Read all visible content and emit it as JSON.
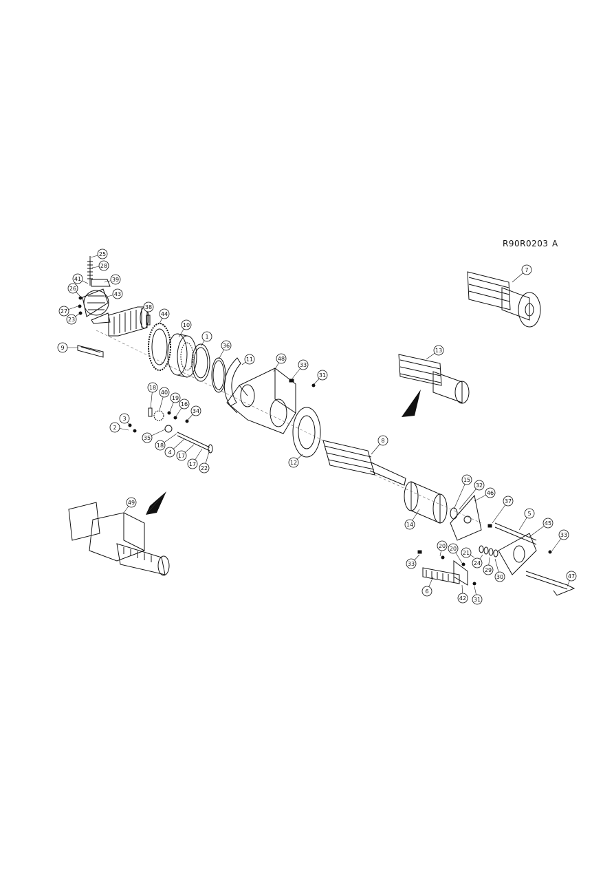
{
  "drawing": {
    "code": "R90R0203",
    "revision": "A"
  },
  "balloons": [
    {
      "id": "b25",
      "label": "25"
    },
    {
      "id": "b28",
      "label": "28"
    },
    {
      "id": "b41",
      "label": "41"
    },
    {
      "id": "b39",
      "label": "39"
    },
    {
      "id": "b26",
      "label": "26"
    },
    {
      "id": "b43",
      "label": "43"
    },
    {
      "id": "b27",
      "label": "27"
    },
    {
      "id": "b23",
      "label": "23"
    },
    {
      "id": "b38",
      "label": "38"
    },
    {
      "id": "b44",
      "label": "44"
    },
    {
      "id": "b10",
      "label": "10"
    },
    {
      "id": "b1",
      "label": "1"
    },
    {
      "id": "b36",
      "label": "36"
    },
    {
      "id": "b9",
      "label": "9"
    },
    {
      "id": "b11",
      "label": "11"
    },
    {
      "id": "b48",
      "label": "48"
    },
    {
      "id": "b33a",
      "label": "33"
    },
    {
      "id": "b31a",
      "label": "31"
    },
    {
      "id": "b7",
      "label": "7"
    },
    {
      "id": "b13",
      "label": "13"
    },
    {
      "id": "b18a",
      "label": "18"
    },
    {
      "id": "b40",
      "label": "40"
    },
    {
      "id": "b19",
      "label": "19"
    },
    {
      "id": "b16",
      "label": "16"
    },
    {
      "id": "b34",
      "label": "34"
    },
    {
      "id": "b3",
      "label": "3"
    },
    {
      "id": "b2",
      "label": "2"
    },
    {
      "id": "b35",
      "label": "35"
    },
    {
      "id": "b18b",
      "label": "18"
    },
    {
      "id": "b4",
      "label": "4"
    },
    {
      "id": "b17a",
      "label": "17"
    },
    {
      "id": "b17b",
      "label": "17"
    },
    {
      "id": "b22",
      "label": "22"
    },
    {
      "id": "b12",
      "label": "12"
    },
    {
      "id": "b8",
      "label": "8"
    },
    {
      "id": "b49",
      "label": "49"
    },
    {
      "id": "b15",
      "label": "15"
    },
    {
      "id": "b32",
      "label": "32"
    },
    {
      "id": "b46",
      "label": "46"
    },
    {
      "id": "b37",
      "label": "37"
    },
    {
      "id": "b14",
      "label": "14"
    },
    {
      "id": "b5",
      "label": "5"
    },
    {
      "id": "b45",
      "label": "45"
    },
    {
      "id": "b33b",
      "label": "33"
    },
    {
      "id": "b20a",
      "label": "20"
    },
    {
      "id": "b20b",
      "label": "20"
    },
    {
      "id": "b21",
      "label": "21"
    },
    {
      "id": "b33c",
      "label": "33"
    },
    {
      "id": "b24",
      "label": "24"
    },
    {
      "id": "b29",
      "label": "29"
    },
    {
      "id": "b30",
      "label": "30"
    },
    {
      "id": "b47",
      "label": "47"
    },
    {
      "id": "b6",
      "label": "6"
    },
    {
      "id": "b42",
      "label": "42"
    },
    {
      "id": "b31b",
      "label": "31"
    }
  ]
}
